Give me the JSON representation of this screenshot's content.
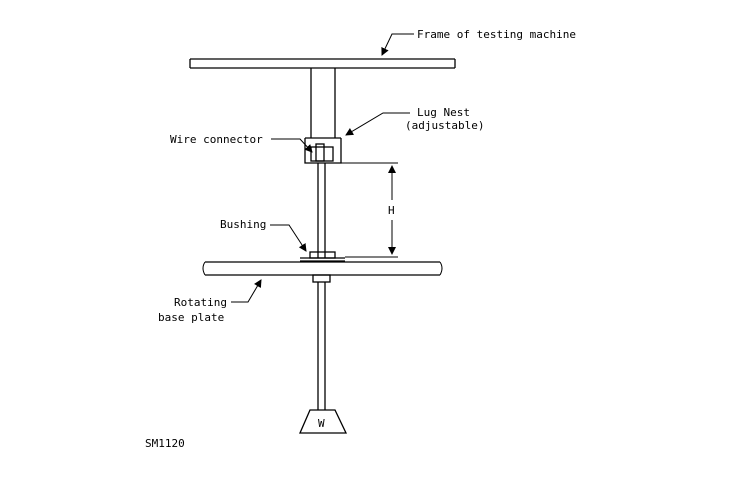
{
  "labels": {
    "frame": "Frame of testing machine",
    "lug_nest_1": "Lug Nest",
    "lug_nest_2": "(adjustable)",
    "wire_connector": "Wire connector",
    "bushing": "Bushing",
    "height": "H",
    "rotating_1": "Rotating",
    "rotating_2": "base plate",
    "weight": "W",
    "figure_id": "SM1120"
  }
}
